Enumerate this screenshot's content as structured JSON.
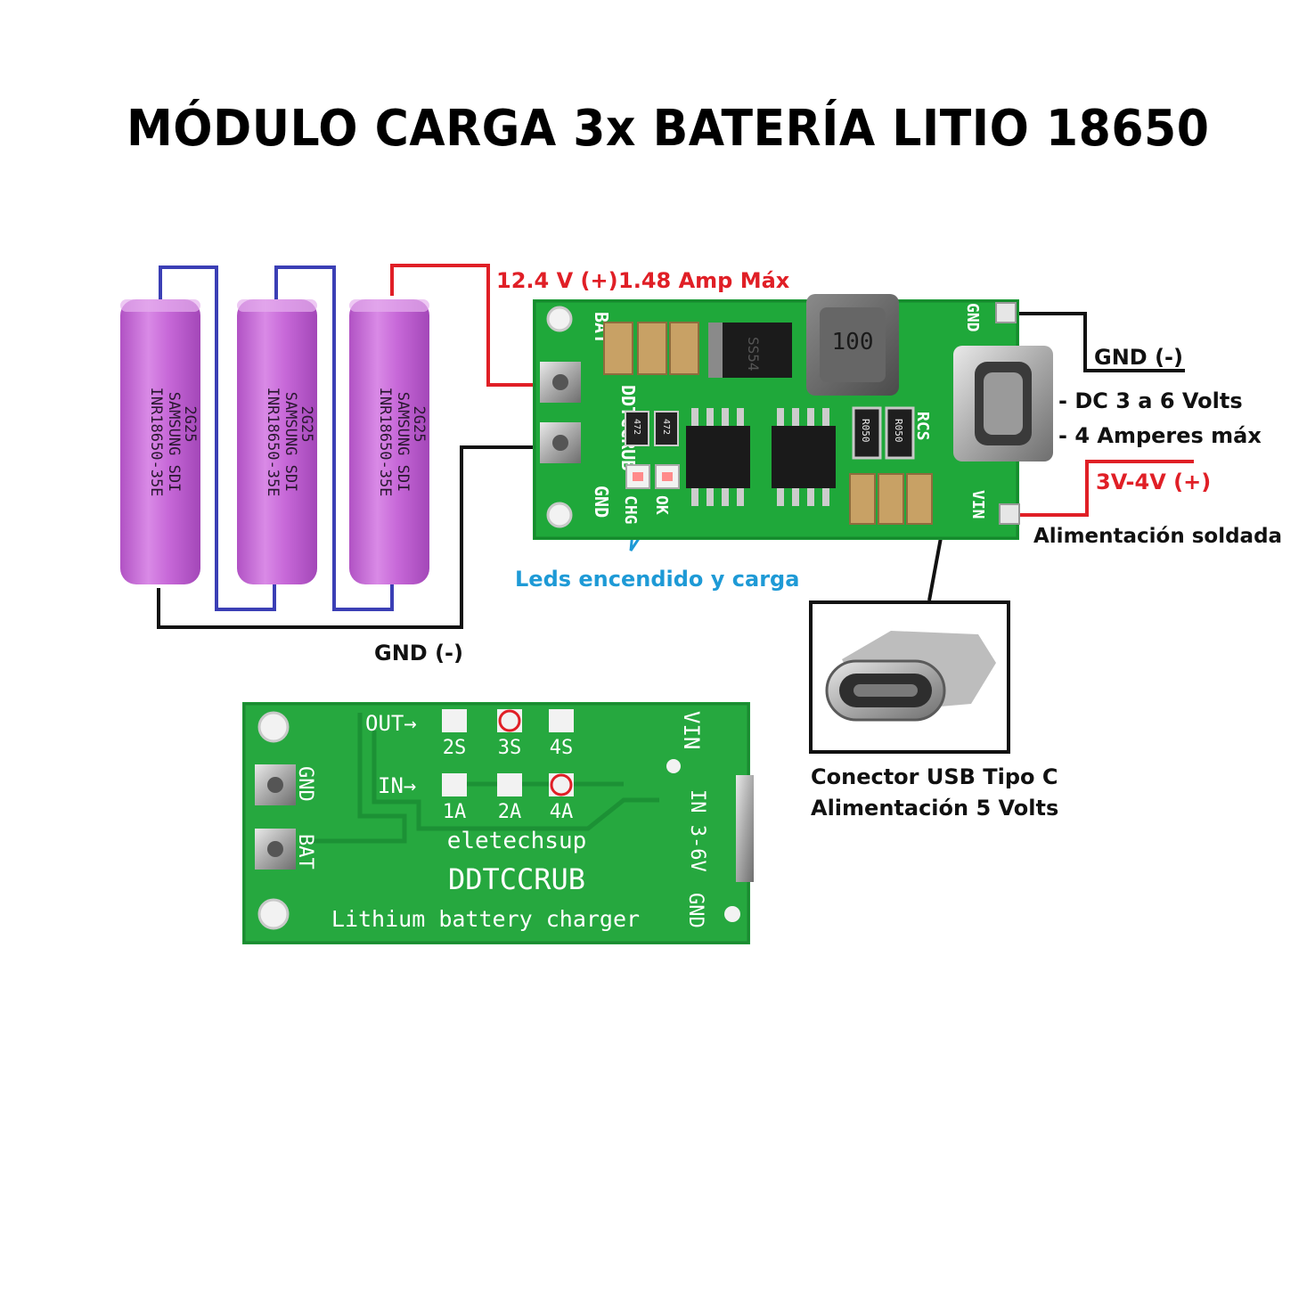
{
  "title": "MÓDULO CARGA 3x BATERÍA LITIO 18650",
  "colors": {
    "pcb_green": "#1fa83a",
    "wire_red": "#e01f26",
    "wire_blue": "#3b3fb5",
    "wire_black": "#111111",
    "battery_pink": "#c96ad8",
    "callout_blue": "#1e9ad6"
  },
  "batteries": [
    {
      "lines": [
        "INR18650-35E",
        "SAMSUNG SDI",
        "2G25"
      ]
    },
    {
      "lines": [
        "INR18650-35E",
        "SAMSUNG SDI",
        "2G25"
      ]
    },
    {
      "lines": [
        "INR18650-35E",
        "SAMSUNG SDI",
        "2G25"
      ]
    }
  ],
  "labels": {
    "output_voltage": "12.4 V (+)",
    "output_current": "1.48 Amp Máx",
    "gnd_right": "GND (-)",
    "dc_range": "- DC 3 a 6 Volts",
    "amp_max": "- 4 Amperes máx",
    "vin_range": "3V-4V (+)",
    "solder_feed": "Alimentación soldada",
    "leds": "Leds encendido y carga",
    "gnd_bottom": "GND (-)",
    "usb_line1": "Conector USB Tipo C",
    "usb_line2": "Alimentación 5 Volts"
  },
  "top_board": {
    "bat": "BAT",
    "gnd": "GND",
    "gnd_top": "GND",
    "vin": "VIN",
    "model": "DDTCCRUB",
    "rcs": "RCS",
    "inductor": "100",
    "chg": "CHG",
    "ok": "OK",
    "r1": "472",
    "r2": "472",
    "rs1": "R050",
    "rs2": "R050",
    "diode": "SS54"
  },
  "bottom_board": {
    "out_label": "OUT→",
    "in_label": "IN→",
    "out_options": [
      "2S",
      "3S",
      "4S"
    ],
    "in_options": [
      "1A",
      "2A",
      "4A"
    ],
    "brand": "eletechsup",
    "model": "DDTCCRUB",
    "description": "Lithium battery charger",
    "gnd": "GND",
    "bat": "BAT",
    "vin": "VIN",
    "in_range": "IN 3-6V",
    "gnd_right": "GND"
  }
}
